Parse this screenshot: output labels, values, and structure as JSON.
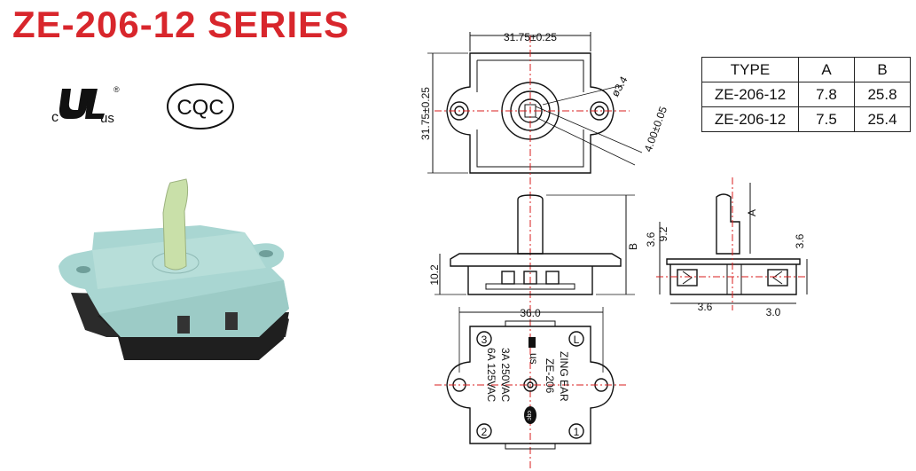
{
  "title": "ZE-206-12 SERIES",
  "colors": {
    "title": "#d8262c",
    "drawing": "#111111",
    "centerline": "#d81e1e",
    "housing": "#a6d4d0",
    "shaft": "#c8dfa8",
    "base": "#2a2a2a"
  },
  "certifications": {
    "ul_prefix": "c",
    "ul_suffix": "us",
    "ul_registered": "®",
    "cqc": "CQC",
    "ul_icon": "ul-listed-mark-icon",
    "cqc_icon": "cqc-mark-icon"
  },
  "table": {
    "headers": [
      "TYPE",
      "A",
      "B"
    ],
    "rows": [
      [
        "ZE-206-12",
        "7.8",
        "25.8"
      ],
      [
        "ZE-206-12",
        "7.5",
        "25.4"
      ]
    ]
  },
  "top_view": {
    "width_dim": "31.75±0.25",
    "height_dim": "31.75±0.25",
    "shaft_diameter": "ø3.4",
    "flat_dim": "4.00±0.05"
  },
  "front_view": {
    "height_b": "B",
    "base_height": "10.2"
  },
  "side_view": {
    "shaft_a": "A",
    "dim_9_2": "9.2",
    "dim_3_6_left": "3.6",
    "dim_3_6_right": "3.6",
    "dim_3_6_bottom": "3.6",
    "dim_3_0": "3.0"
  },
  "bottom_view": {
    "width_dim": "36.0",
    "terminal_l": "L",
    "terminal_1": "1",
    "terminal_2": "2",
    "terminal_3": "3",
    "brand": "ZING EAR",
    "model": "ZE-206",
    "rating_1": "3A 250VAC",
    "rating_2": "6A 125VAC",
    "ul_suffix": "us",
    "cqc_small": "cqc"
  }
}
